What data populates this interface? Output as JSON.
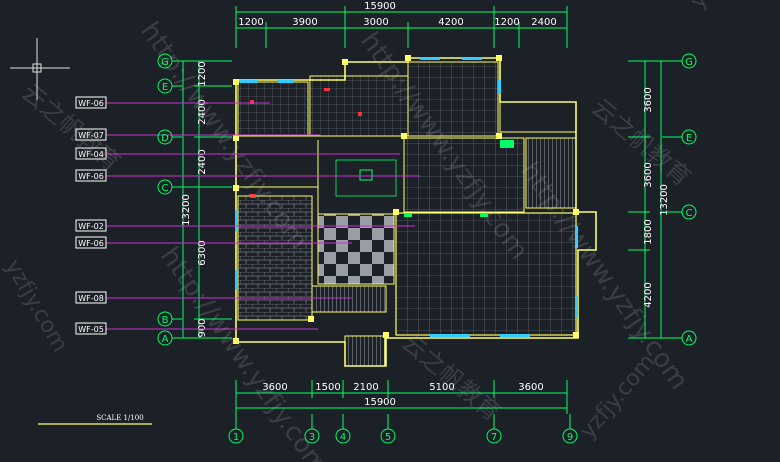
{
  "colors": {
    "background": "#1c2027",
    "wall": "#ffff66",
    "dim_line": "#00ff66",
    "leader": "#cc33cc",
    "tile_grid": "#8a8f99",
    "accent_cyan": "#33ccff",
    "accent_red": "#ff3333"
  },
  "top_dims": {
    "total": "15900",
    "segments": [
      "1200",
      "3900",
      "3000",
      "4200",
      "1200",
      "2400"
    ]
  },
  "bottom_dims": {
    "total": "15900",
    "segments": [
      "3600",
      "1500",
      "2100",
      "5100",
      "3600"
    ]
  },
  "left_dims": {
    "total": "13200",
    "segments": [
      "1200",
      "2400",
      "2400",
      "6300",
      "900"
    ]
  },
  "right_dims": {
    "total": "13200",
    "segments": [
      "3600",
      "3600",
      "1800",
      "4200"
    ]
  },
  "grid_rows_left": [
    "G",
    "E",
    "D",
    "C",
    "B",
    "A"
  ],
  "grid_rows_right": [
    "G",
    "E",
    "C",
    "A"
  ],
  "grid_cols": [
    "1",
    "3",
    "4",
    "5",
    "7",
    "9"
  ],
  "wall_finish_tags": [
    "WF-06",
    "WF-07",
    "WF-04",
    "WF-06",
    "WF-02",
    "WF-06",
    "WF-08",
    "WF-05"
  ],
  "scale": "SCALE 1/100",
  "watermarks": [
    "http://www.yzfjy.com",
    "云之帆教育",
    "yzfjy.com"
  ]
}
